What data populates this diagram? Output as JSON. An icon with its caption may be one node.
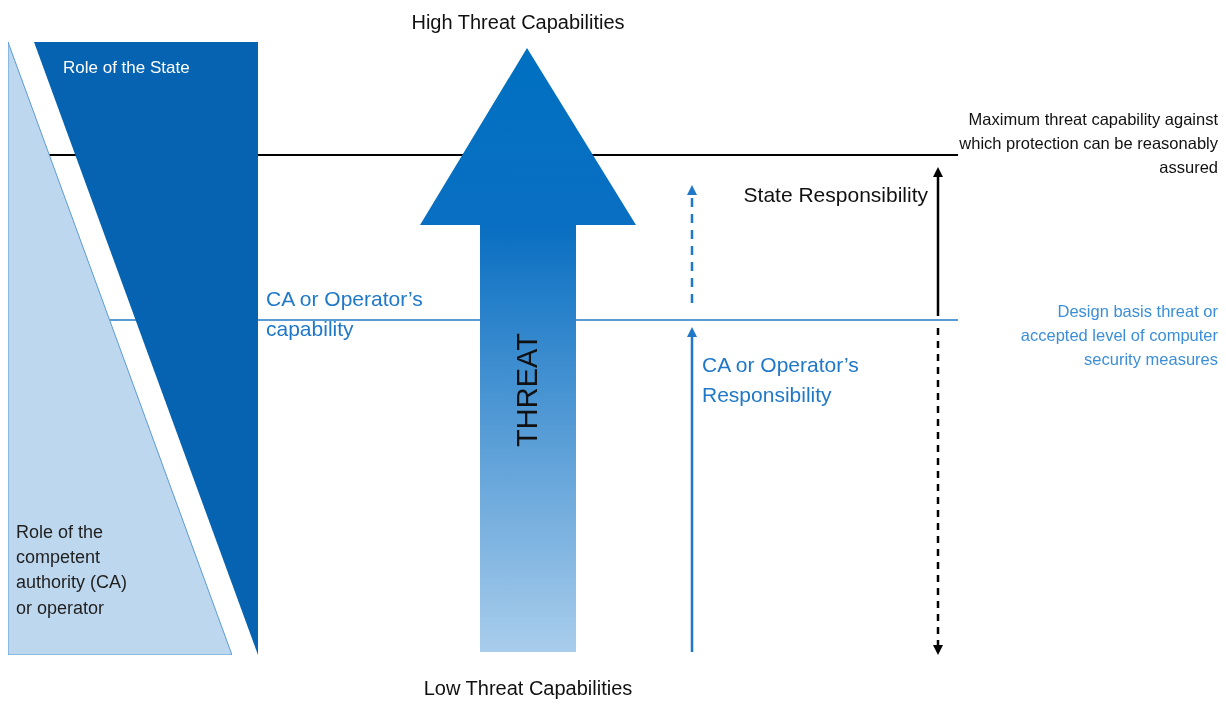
{
  "diagram": {
    "nodes": [
      {
        "text": [
          "Role of the State"
        ]
      },
      {
        "text": [
          "Role of the competent authority (CA) or operator"
        ]
      },
      {
        "text": [
          "THREAT"
        ]
      }
    ],
    "labels": [
      "High Threat Capabilities",
      "Maximum threat capability against which protection can be reasonably assured",
      "State Responsibility",
      "CA or Operator’s capability",
      "Design basis threat or accepted level of computer security measures",
      "CA or Operator’s Responsibility",
      "Low Threat Capabilities"
    ]
  }
}
